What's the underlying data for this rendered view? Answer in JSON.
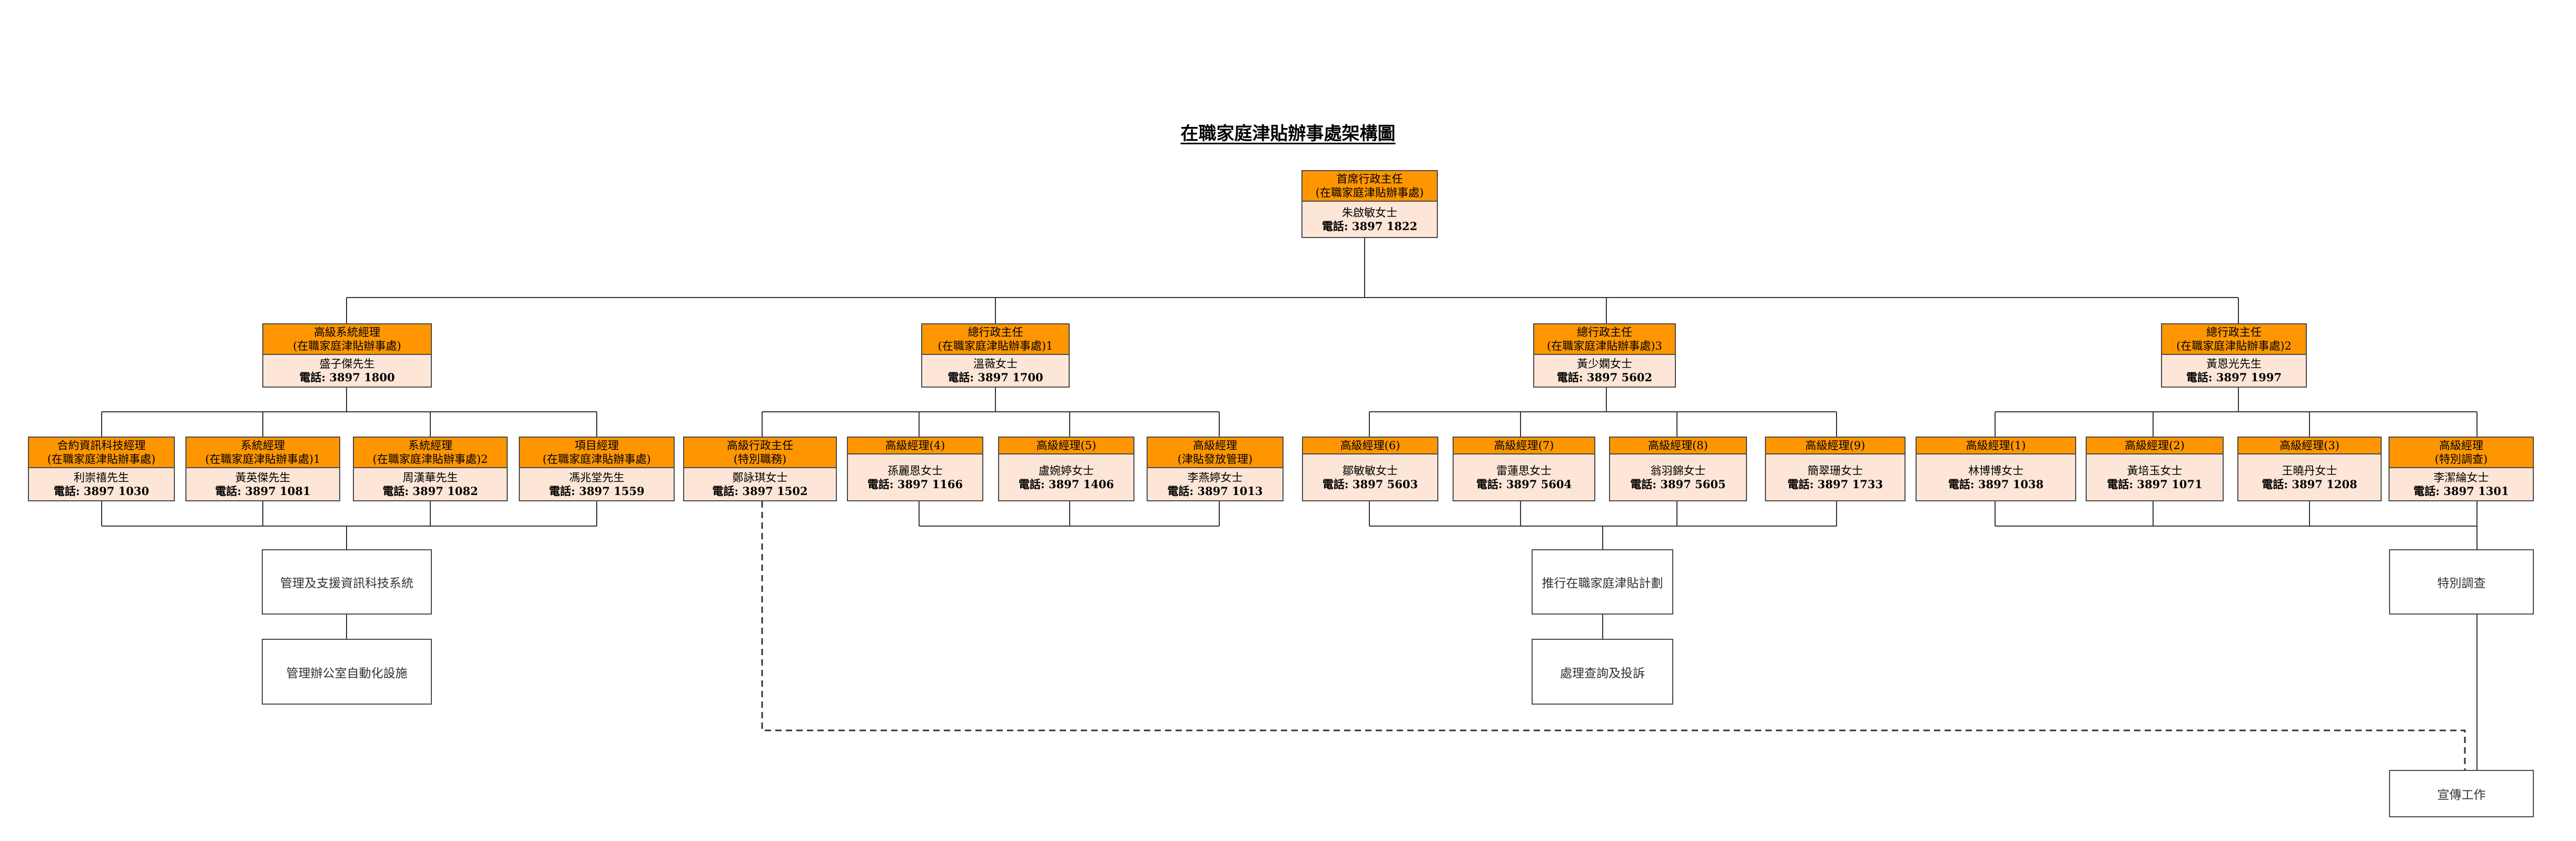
{
  "title": "在職家庭津貼辦事處架構圖",
  "nodes": {
    "ceo": {
      "t1": "首席行政主任",
      "t2": "(在職家庭津貼辦事處)",
      "name": "朱啟敏女士",
      "phone": "電話: 3897 1822"
    },
    "ssm": {
      "t1": "高級系統經理",
      "t2": "(在職家庭津貼辦事處)",
      "name": "盛子傑先生",
      "phone": "電話: 3897 1800"
    },
    "ceo1": {
      "t1": "總行政主任",
      "t2": "(在職家庭津貼辦事處)1",
      "name": "溫薇女士",
      "phone": "電話: 3897 1700"
    },
    "ceo3": {
      "t1": "總行政主任",
      "t2": "(在職家庭津貼辦事處)3",
      "name": "黃少嫻女士",
      "phone": "電話: 3897 5602"
    },
    "ceo2": {
      "t1": "總行政主任",
      "t2": "(在職家庭津貼辦事處)2",
      "name": "黃恩光先生",
      "phone": "電話: 3897 1997"
    },
    "ctm": {
      "t1": "合約資訊科技經理",
      "t2": "(在職家庭津貼辦事處)",
      "name": "利崇禧先生",
      "phone": "電話: 3897 1030"
    },
    "sm1": {
      "t1": "系統經理",
      "t2": "(在職家庭津貼辦事處)1",
      "name": "黃英傑先生",
      "phone": "電話: 3897 1081"
    },
    "sm2": {
      "t1": "系統經理",
      "t2": "(在職家庭津貼辦事處)2",
      "name": "周漢華先生",
      "phone": "電話: 3897 1082"
    },
    "pm": {
      "t1": "項目經理",
      "t2": "(在職家庭津貼辦事處)",
      "name": "馮兆堂先生",
      "phone": "電話: 3897 1559"
    },
    "seo": {
      "t1": "高級行政主任",
      "t2": "(特別職務)",
      "name": "鄭詠琪女士",
      "phone": "電話: 3897 1502"
    },
    "m4": {
      "t1": "高級經理(4)",
      "t2": "",
      "name": "孫麗恩女士",
      "phone": "電話: 3897 1166"
    },
    "m5": {
      "t1": "高級經理(5)",
      "t2": "",
      "name": "盧婉婷女士",
      "phone": "電話: 3897 1406"
    },
    "mpay": {
      "t1": "高級經理",
      "t2": "(津貼發放管理)",
      "name": "李燕婷女士",
      "phone": "電話: 3897 1013"
    },
    "m6": {
      "t1": "高級經理(6)",
      "t2": "",
      "name": "鄒敏敏女士",
      "phone": "電話: 3897 5603"
    },
    "m7": {
      "t1": "高級經理(7)",
      "t2": "",
      "name": "雷蓮思女士",
      "phone": "電話: 3897 5604"
    },
    "m8": {
      "t1": "高級經理(8)",
      "t2": "",
      "name": "翁羽錦女士",
      "phone": "電話: 3897 5605"
    },
    "m9": {
      "t1": "高級經理(9)",
      "t2": "",
      "name": "簡翠珊女士",
      "phone": "電話: 3897 1733"
    },
    "m1": {
      "t1": "高級經理(1)",
      "t2": "",
      "name": "林博博女士",
      "phone": "電話: 3897 1038"
    },
    "m2": {
      "t1": "高級經理(2)",
      "t2": "",
      "name": "黃培玉女士",
      "phone": "電話: 3897 1071"
    },
    "m3": {
      "t1": "高級經理(3)",
      "t2": "",
      "name": "王曉丹女士",
      "phone": "電話: 3897 1208"
    },
    "msp": {
      "t1": "高級經理",
      "t2": "(特別調查)",
      "name": "李潔綸女士",
      "phone": "電話: 3897 1301"
    }
  },
  "functions": {
    "f1": "管理及支援資訊科技系統",
    "f2": "管理辦公室自動化設施",
    "f3": "推行在職家庭津貼計劃",
    "f4": "處理查詢及投訴",
    "f5": "特別調查",
    "f6": "宣傳工作"
  },
  "colors": {
    "header": "#ff9600",
    "body": "#fde6d8",
    "line": "#333333"
  }
}
